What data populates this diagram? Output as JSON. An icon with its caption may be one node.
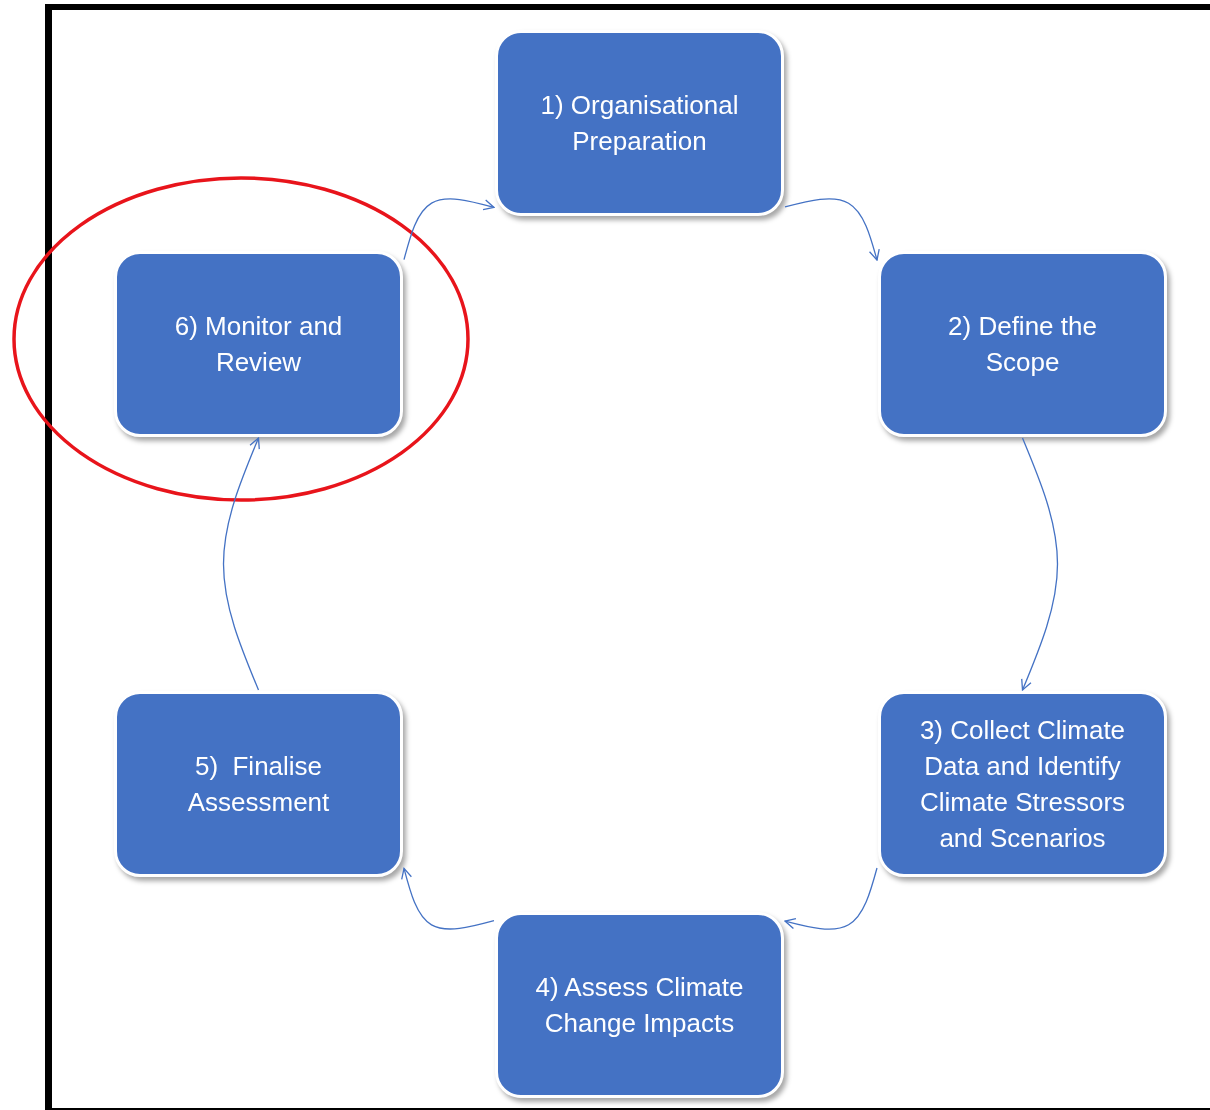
{
  "diagram": {
    "nodes": [
      {
        "text": [
          "1) Organisational Preparation"
        ]
      },
      {
        "text": [
          "2) Define the Scope"
        ]
      },
      {
        "text": [
          "3) Collect Climate Data and Identify Climate Stressors and Scenarios"
        ]
      },
      {
        "text": [
          "4) Assess Climate Change Impacts"
        ]
      },
      {
        "text": [
          "5)  Finalise Assessment"
        ]
      },
      {
        "text": [],
        "shape": "ellipse"
      },
      {
        "text": [
          "6) Monitor and Review"
        ],
        "in": 5
      }
    ],
    "edges": [
      {
        "from": 0,
        "to": 1,
        "arrow": "to"
      },
      {
        "from": 1,
        "to": 2,
        "arrow": "to"
      },
      {
        "from": 2,
        "to": 3,
        "arrow": "to"
      },
      {
        "from": 3,
        "to": 4,
        "arrow": "to"
      },
      {
        "from": 4,
        "to": 6,
        "arrow": "to"
      },
      {
        "from": 6,
        "to": 0,
        "arrow": "to"
      }
    ]
  }
}
